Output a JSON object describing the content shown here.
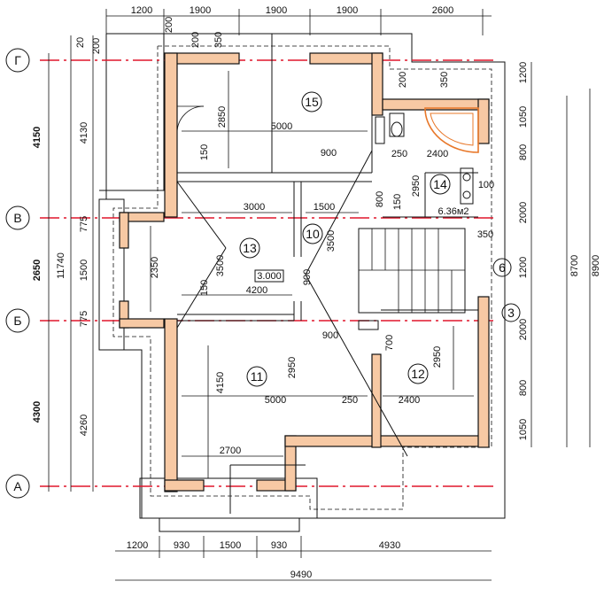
{
  "colors": {
    "wall_fill": "#f7c9a4",
    "axis_red": "#e0162b",
    "ink": "#111111",
    "bath_orange": "#e8782a"
  },
  "axes": {
    "g": "Г",
    "v": "В",
    "b": "Б",
    "a": "А"
  },
  "top_dims": [
    "1200",
    "1900",
    "1900",
    "1900",
    "2600"
  ],
  "left_dims": {
    "bold": [
      "4150",
      "2650",
      "4300"
    ],
    "mid": [
      "4130",
      "775",
      "1500",
      "775",
      "4260"
    ],
    "total": "11740",
    "small_top": [
      "20",
      "200"
    ]
  },
  "right_dims": {
    "chain": [
      "1200",
      "1050",
      "800",
      "2000",
      "1200",
      "2000",
      "800",
      "1050"
    ],
    "totals": [
      "8700",
      "8900"
    ]
  },
  "bottom_dims": {
    "chain": [
      "1200",
      "930",
      "1500",
      "930",
      "4930"
    ],
    "total": "9490"
  },
  "top_small": [
    "200",
    "200",
    "350"
  ],
  "rooms": {
    "r15": "15",
    "r14": "14",
    "r13": "13",
    "r12": "12",
    "r11": "11",
    "r10": "10",
    "r6": "6",
    "r3": "3"
  },
  "area_14": "6.36м2",
  "level_mark": "3.000",
  "interior_dims": {
    "d2850": "2850",
    "d5000_top": "5000",
    "d150_a": "150",
    "d900_a": "900",
    "d200_r": "200",
    "d350_r": "350",
    "d250": "250",
    "d2400_top": "2400",
    "d2950_r": "2950",
    "d800": "800",
    "d150_b": "150",
    "d100": "100",
    "d3000": "3000",
    "d1500": "1500",
    "d3500_a": "3500",
    "d3500_b": "3500",
    "d2350": "2350",
    "d150_c": "150",
    "d4200": "4200",
    "d900_b": "900",
    "d350_s": "350",
    "d900_c": "900",
    "d700": "700",
    "d2950_l": "2950",
    "d2950_rr": "2950",
    "d4150": "4150",
    "d5000_bot": "5000",
    "d250_b": "250",
    "d2400_bot": "2400",
    "d2700": "2700"
  }
}
